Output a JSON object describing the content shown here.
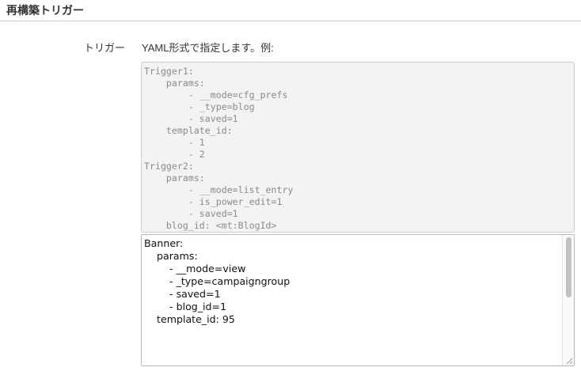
{
  "section": {
    "title": "再構築トリガー"
  },
  "field": {
    "label": "トリガー",
    "hint": "YAML形式で指定します。例:",
    "example": "Trigger1:\n    params:\n        - __mode=cfg_prefs\n        - _type=blog\n        - saved=1\n    template_id:\n        - 1\n        - 2\nTrigger2:\n    params:\n        - __mode=list_entry\n        - is_power_edit=1\n        - saved=1\n    blog_id: <mt:BlogId>",
    "value": "Banner:\n    params:\n        - __mode=view\n        - _type=campaigngroup\n        - saved=1\n        - blog_id=1\n    template_id: 95"
  },
  "icons": {
    "resize": "resize-grip-icon"
  }
}
